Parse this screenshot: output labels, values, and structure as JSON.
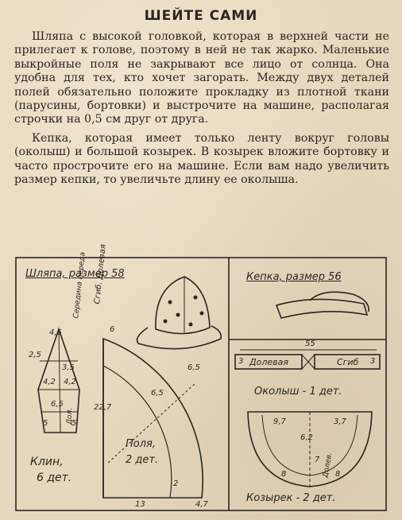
{
  "article": {
    "title": "ШЕЙТЕ САМИ",
    "paragraph1": "Шляпа с высокой головкой, которая в верхней части не прилегает к голове, поэтому в ней не так жарко. Маленькие выкройные поля не закрывают все лицо от солнца. Она удобна для тех, кто хочет загорать. Между двух деталей полей обязательно положите прокладку из плотной ткани (парусины, бортовки) и выстрочите на машине, располагая строчки на 0,5 см друг от друга.",
    "paragraph2": "Кепка, которая имеет только ленту вокруг головы (околыш) и большой козырек. В козырек вложите бортовку и часто прострочите его на машине. Если вам надо увеличить размер кепки, то увеличьте длину ее околыша."
  },
  "hat": {
    "heading": "Шляпа, размер 58",
    "wedge_caption_1": "Клин,",
    "wedge_caption_2": "6 дет.",
    "grain_label": "Сгиб. Долевая",
    "fold_front_label": "Середина переда",
    "dol_label": "Дол.",
    "wedge_dims": [
      "4,5",
      "2,5",
      "3,5",
      "4,2",
      "4,2",
      "6,5",
      "5",
      "5"
    ],
    "brim_caption_1": "Поля,",
    "brim_caption_2": "2 дет.",
    "brim_dims": {
      "top": "6",
      "side": "22,7",
      "mid1": "6,5",
      "mid2": "6,5",
      "small": "2",
      "bottom": "13",
      "corner": "4,7"
    }
  },
  "cap": {
    "heading": "Кепка, размер 56",
    "band_length": "55",
    "band_left_end": "3",
    "band_right_end": "3",
    "band_label": "Долевая",
    "band_fold": "Сгиб",
    "band_caption": "Околыш - 1 дет.",
    "visor_caption": "Козырек - 2 дет.",
    "visor_dims": {
      "top_left": "9,7",
      "top_right": "3,7",
      "center": "6,2",
      "mid": "7",
      "left_bottom": "8",
      "right_bottom": "8",
      "dol": "Долев."
    }
  }
}
